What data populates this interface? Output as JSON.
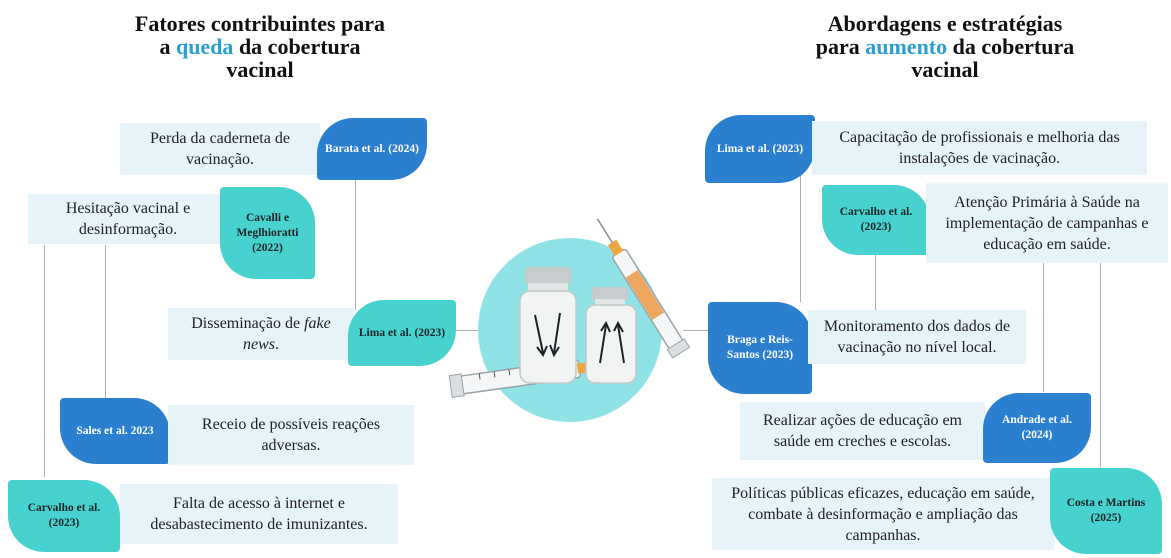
{
  "left": {
    "title": {
      "line1": "Fatores contribuintes para",
      "line2_pre": "a ",
      "line2_highlight": "queda",
      "line2_post": " da cobertura",
      "line3": "vacinal"
    },
    "items": [
      {
        "text": "Perda da caderneta de vacinação.",
        "citation": "Barata et al. (2024)"
      },
      {
        "text": "Hesitação vacinal e desinformação.",
        "citation": "Cavalli e Meglhioratti (2022)"
      },
      {
        "text": "Disseminação de fake news.",
        "citation": "Lima et al. (2023)"
      },
      {
        "text": "Receio de possíveis reações adversas.",
        "citation": "Sales et al. 2023"
      },
      {
        "text": "Falta de acesso à internet e desabastecimento de imunizantes.",
        "citation": "Carvalho et al. (2023)"
      }
    ]
  },
  "right": {
    "title": {
      "line1": "Abordagens e estratégias",
      "line2_pre": "para ",
      "line2_highlight": "aumento",
      "line2_post": " da cobertura",
      "line3": "vacinal"
    },
    "items": [
      {
        "text": "Capacitação de profissionais e melhoria das instalações de vacinação.",
        "citation": "Lima et al. (2023)"
      },
      {
        "text": "Atenção Primária à Saúde na implementação de campanhas e educação em saúde.",
        "citation": "Carvalho et al. (2023)"
      },
      {
        "text": "Monitoramento dos dados de vacinação no nível local.",
        "citation": "Braga e Reis-Santos (2023)"
      },
      {
        "text": "Realizar ações de educação em saúde em creches e escolas.",
        "citation": "Andrade et al. (2024)"
      },
      {
        "text": "Políticas públicas eficazes, educação em saúde, combate à desinformação e ampliação das campanhas.",
        "citation": "Costa e Martins (2025)"
      }
    ]
  },
  "colors": {
    "highlight": "#2a9fd6",
    "box_bg": "#e6f3f9",
    "badge_blue": "#2b7fcf",
    "badge_teal": "#48d2cf",
    "hub_circle": "#8fe3e6",
    "connector": "#a9b0b4"
  },
  "icons": [
    "vaccine-vials-icon",
    "syringe-icon",
    "arrow-up-icon",
    "arrow-down-icon"
  ]
}
